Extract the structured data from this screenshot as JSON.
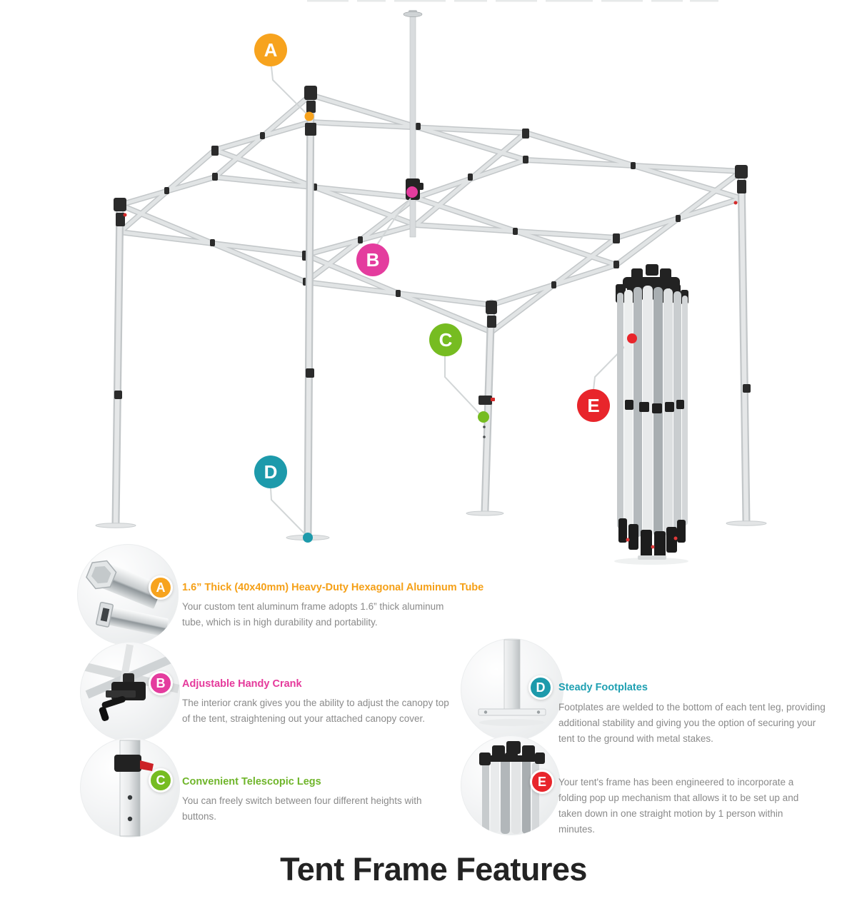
{
  "page": {
    "title": "Tent Frame Features"
  },
  "colors": {
    "orange": "#F7A31E",
    "magenta": "#E43C9E",
    "green": "#76BC21",
    "teal": "#1D9AAB",
    "red": "#E8252B",
    "body_text": "#8A8A8A",
    "title_text": "#232323"
  },
  "diagram": {
    "description": "Pop-up canopy tent aluminum frame with labeled callouts and a folded frame bundle",
    "callouts": [
      {
        "letter": "A",
        "color": "#F7A31E"
      },
      {
        "letter": "B",
        "color": "#E43C9E"
      },
      {
        "letter": "C",
        "color": "#76BC21"
      },
      {
        "letter": "D",
        "color": "#1D9AAB"
      },
      {
        "letter": "E",
        "color": "#E8252B"
      }
    ]
  },
  "features": {
    "left": [
      {
        "letter": "A",
        "accent": "#F7A31E",
        "icon": "hexagonal-aluminum-tube-photo",
        "heading": "1.6” Thick (40x40mm) Heavy-Duty Hexagonal Aluminum Tube",
        "description": "Your custom tent aluminum frame adopts 1.6” thick aluminum tube, which is in high durability and portability."
      },
      {
        "letter": "B",
        "accent": "#E43C9E",
        "icon": "handy-crank-photo",
        "heading": "Adjustable Handy Crank",
        "description": "The interior crank gives you the ability to adjust the canopy top of the tent, straightening out your attached canopy cover."
      },
      {
        "letter": "C",
        "accent": "#76BC21",
        "icon": "telescopic-leg-photo",
        "heading": "Convenient Telescopic Legs",
        "description": "You can freely switch between four different heights with buttons."
      }
    ],
    "right": [
      {
        "letter": "D",
        "accent": "#1D9AAB",
        "icon": "footplate-photo",
        "heading": "Steady Footplates",
        "description": "Footplates are welded to the bottom of each tent leg, providing additional stability and giving you the option of securing your tent to the ground with metal stakes."
      },
      {
        "letter": "E",
        "accent": "#E8252B",
        "icon": "folded-frame-photo",
        "heading": "",
        "description": "Your tent's frame has been engineered to incorporate a folding pop up mechanism that allows it to be set up and taken down in one straight motion by 1 person within minutes."
      }
    ]
  }
}
